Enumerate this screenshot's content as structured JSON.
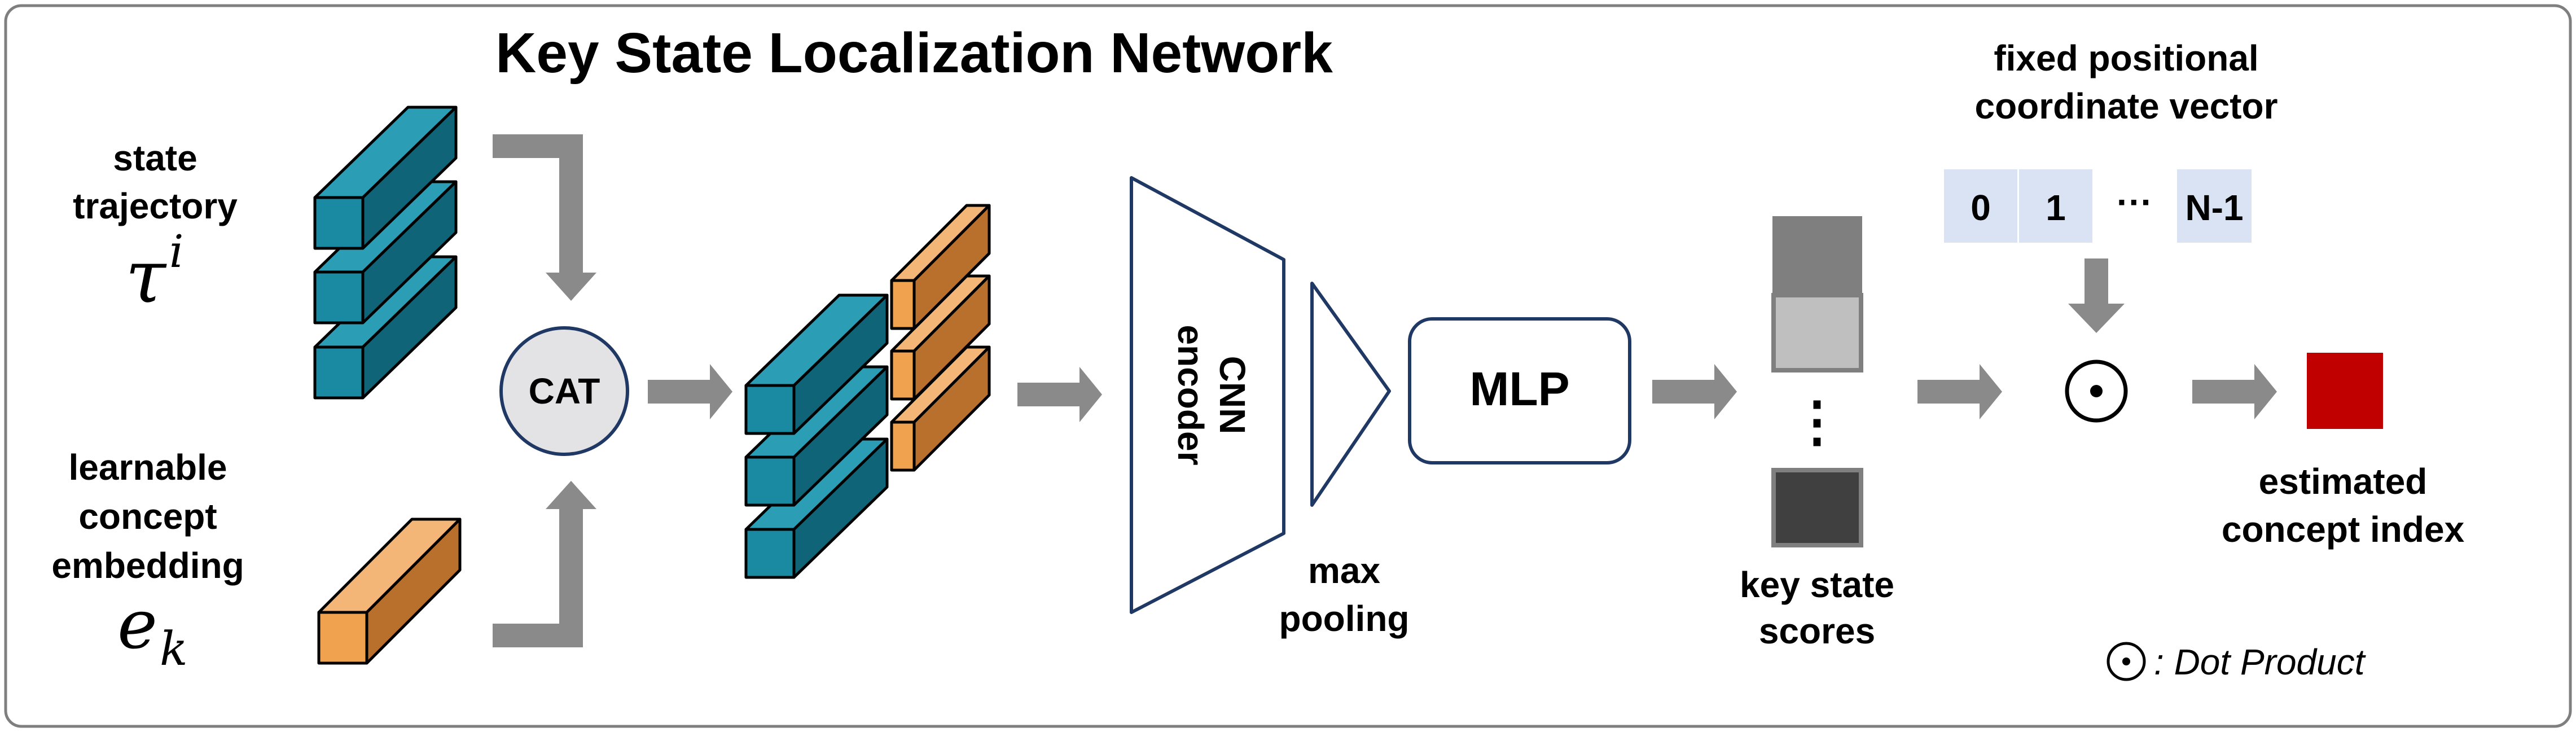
{
  "title": "Key State Localization Network",
  "inputs": {
    "state_trajectory": {
      "line1": "state",
      "line2": "trajectory",
      "symbol": "τ",
      "superscript": "i"
    },
    "concept_embedding": {
      "line1": "learnable",
      "line2": "concept",
      "line3": "embedding",
      "symbol": "e",
      "subscript": "k"
    }
  },
  "concat_label": "CAT",
  "encoder_label": {
    "line1": "CNN",
    "line2": "encoder"
  },
  "pooling_label": {
    "line1": "max",
    "line2": "pooling"
  },
  "mlp_label": "MLP",
  "scores": {
    "line1": "key state",
    "line2": "scores",
    "ellipsis": "⋮"
  },
  "positional_vector": {
    "title_line1": "fixed positional",
    "title_line2": "coordinate vector",
    "cells": [
      "0",
      "1",
      "···",
      "N-1"
    ]
  },
  "dot_symbol": "⊙",
  "output": {
    "line1": "estimated",
    "line2": "concept index"
  },
  "legend": {
    "symbol": "⊙",
    "text": ": Dot Product"
  },
  "colors": {
    "teal_front": "#1a8aa3",
    "teal_top": "#2b9db5",
    "teal_side": "#0f6577",
    "orange_front": "#f0a24e",
    "orange_top": "#f4b677",
    "orange_side": "#b8702c",
    "arrow": "#8a8a8a",
    "navy": "#1f3864",
    "cat_fill": "#e3e3e6",
    "vector_cell": "#dae3f3",
    "output_square": "#c00000",
    "score_dark": "#7f7f7f",
    "score_light": "#bfbfbf",
    "score_black": "#404040"
  }
}
